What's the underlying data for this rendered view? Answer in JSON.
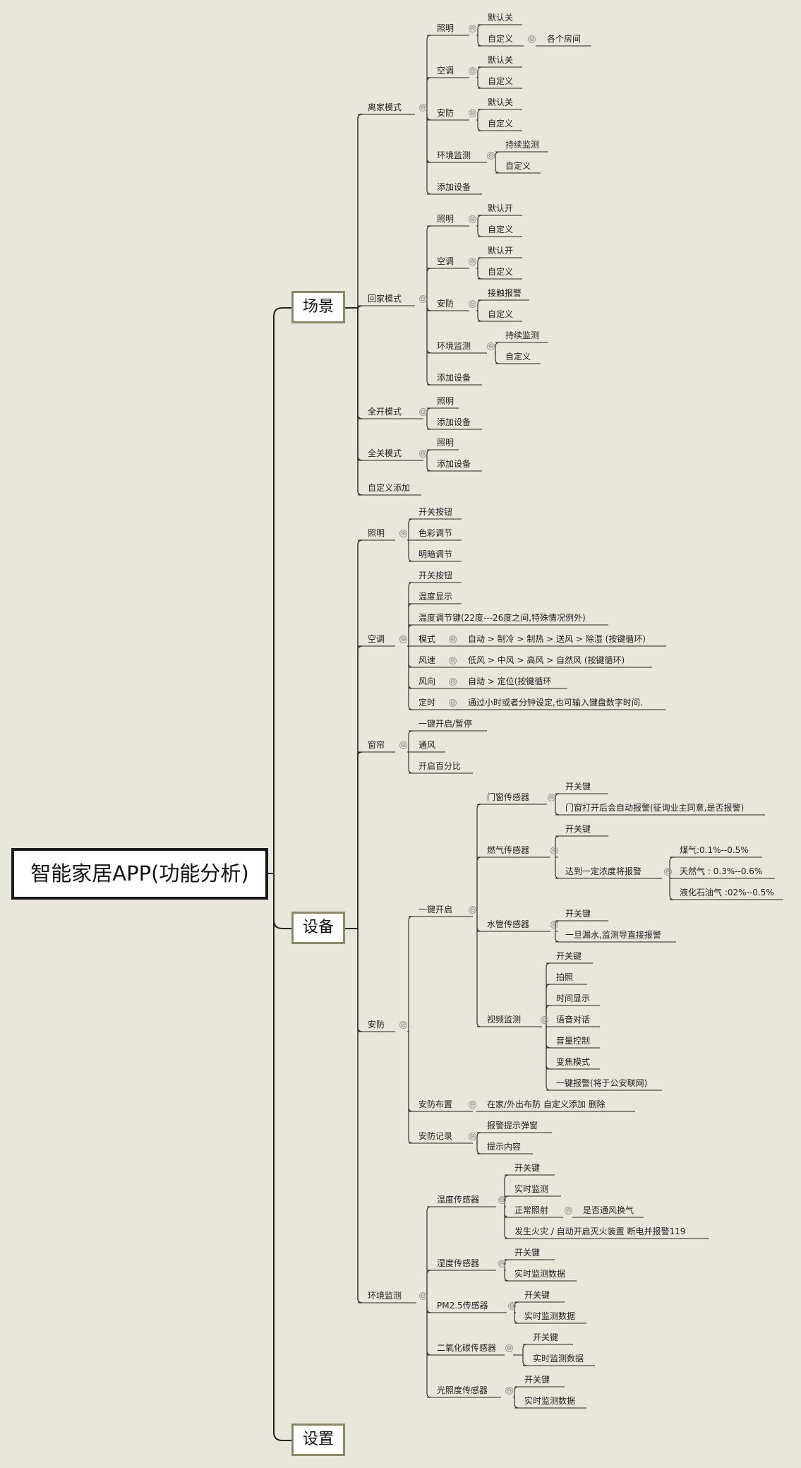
{
  "root": "智能家居APP(功能分析)",
  "branches": {
    "scene": "场景",
    "device": "设备",
    "settings": "设置"
  },
  "labels": {
    "lk": "离家模式",
    "hj": "回家模式",
    "qk": "全开模式",
    "qg": "全关模式",
    "zdy_add": "自定义添加",
    "lk_zm": "照明",
    "lk_zm_mrg": "默认关",
    "lk_zm_zdy": "自定义",
    "lk_zm_room": "各个房间",
    "lk_kt": "空调",
    "lk_kt_mrg": "默认关",
    "lk_kt_zdy": "自定义",
    "lk_af": "安防",
    "lk_af_mrg": "默认关",
    "lk_af_zdy": "自定义",
    "lk_hj": "环境监测",
    "lk_hj_cx": "持续监测",
    "lk_hj_zdy": "自定义",
    "lk_add": "添加设备",
    "hj_zm": "照明",
    "hj_zm_mrk": "默认开",
    "hj_zm_zdy": "自定义",
    "hj_kt": "空调",
    "hj_kt_mrk": "默认开",
    "hj_kt_zdy": "自定义",
    "hj_af": "安防",
    "hj_af_jc": "接触报警",
    "hj_af_zdy": "自定义",
    "hj_hj": "环境监测",
    "hj_hj_cx": "持续监测",
    "hj_hj_zdy": "自定义",
    "hj_add": "添加设备",
    "qk_zm": "照明",
    "qk_add": "添加设备",
    "qg_zm": "照明",
    "qg_add": "添加设备",
    "d_zm": "照明",
    "d_kt": "空调",
    "d_cl": "窗帘",
    "d_af": "安防",
    "d_hjjc": "环境监测",
    "zm_kg": "开关按钮",
    "zm_sc": "色彩调节",
    "zm_ma": "明暗调节",
    "kt_kg": "开关按钮",
    "kt_wdxs": "温度显示",
    "kt_wdtj": "温度调节键(22度---26度之间,特殊情况例外)",
    "kt_ms": "模式",
    "kt_ms_v": "自动 > 制冷 > 制热 > 送风 > 除湿 (按键循环)",
    "kt_fs": "风速",
    "kt_fs_v": "低风 > 中风 > 高风 > 自然风 (按键循环)",
    "kt_fx": "风向",
    "kt_fx_v": "自动 > 定位(按键循环",
    "kt_ds": "定时",
    "kt_ds_v": "通过小时或者分钟设定,也可输入键盘数字时间.",
    "cl_yj": "一键开启/暂停",
    "cl_tf": "通风",
    "cl_bfb": "开启百分比",
    "af_yj": "一键开启",
    "af_bz": "安防布置",
    "af_bz_v": "在家/外出布防  自定义添加   删除",
    "af_jl": "安防记录",
    "af_jl_tc": "报警提示弹窗",
    "af_jl_nr": "提示内容",
    "mc": "门窗传感器",
    "mc_kg": "开关键",
    "mc_bj": "门窗打开后会自动报警(征询业主同意,是否报警)",
    "rq": "燃气传感器",
    "rq_kg": "开关键",
    "rq_nd": "达到一定浓度将报警",
    "rq_mq": "煤气:0.1%--0.5%",
    "rq_trq": "天然气 : 0.3%--0.6%",
    "rq_yh": "液化石油气 :02%--0.5%",
    "sg": "水管传感器",
    "sg_kg": "开关键",
    "sg_ls": "一旦漏水,监测导直接报警",
    "sp": "视频监测",
    "sp_kg": "开关键",
    "sp_pz": "拍照",
    "sp_sj": "时间显示",
    "sp_yy": "语音对话",
    "sp_yl": "音量控制",
    "sp_bj": "变焦模式",
    "sp_yjbj": "一键报警(将于公安联网)",
    "wd": "温度传感器",
    "wd_kg": "开关键",
    "wd_ss": "实时监测",
    "wd_zc": "正常照射",
    "wd_tf": "是否通风换气",
    "wd_fh": "发生火灾 / 自动开启灭火装置 断电并报警119",
    "sd": "湿度传感器",
    "sd_kg": "开关键",
    "sd_ss": "实时监测数据",
    "pm": "PM2.5传感器",
    "pm_kg": "开关键",
    "pm_ss": "实时监测数据",
    "co": "二氧化碳传感器",
    "co_kg": "开关键",
    "co_ss": "实时监测数据",
    "gz": "光照度传感器",
    "gz_kg": "开关键",
    "gz_ss": "实时监测数据"
  },
  "toggle_symbol": "⊖",
  "colors": {
    "background": "#e9e6dc",
    "line": "#222222",
    "box_border": "#8d8967"
  }
}
